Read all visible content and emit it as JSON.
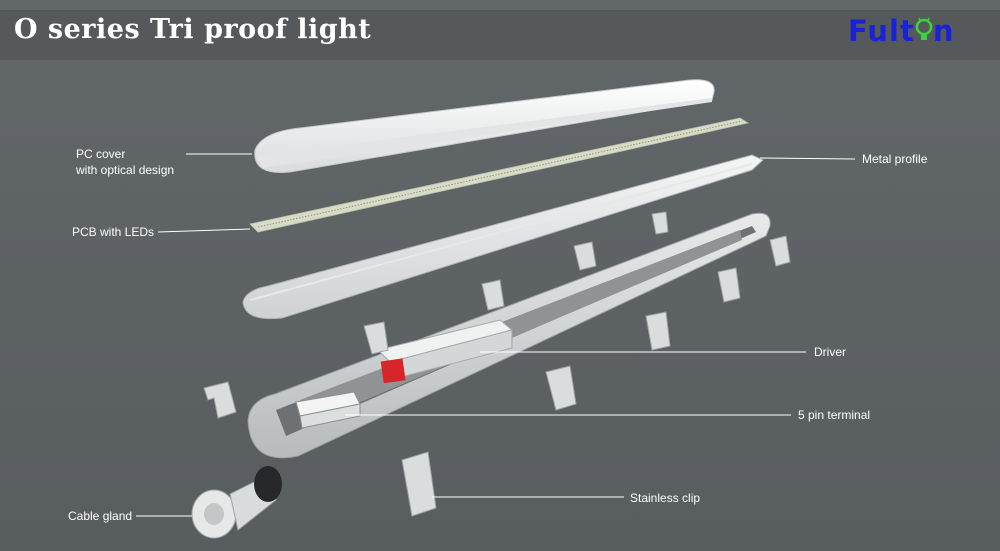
{
  "header": {
    "title": "O series Tri proof light",
    "logo_text_pre": "Fult",
    "logo_text_post": "n",
    "logo_color": "#1a22d6",
    "logo_bulb_color": "#3fd13c"
  },
  "labels": {
    "pc_cover_line1": "PC cover",
    "pc_cover_line2": "with optical design",
    "metal_profile": "Metal profile",
    "pcb_leds": "PCB with LEDs",
    "driver": "Driver",
    "terminal": "5 pin terminal",
    "cable_gland": "Cable gland",
    "stainless_clip": "Stainless clip"
  },
  "colors": {
    "background": "#5c6164",
    "header_bar": "#55595c",
    "text": "#ffffff",
    "terminal_red": "#d6262a"
  }
}
